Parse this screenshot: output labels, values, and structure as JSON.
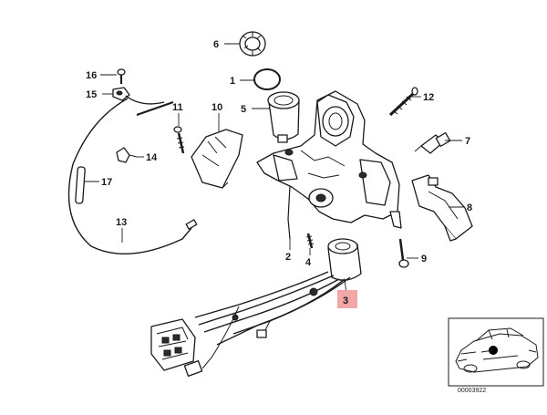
{
  "diagram": {
    "callouts": {
      "p1": "1",
      "p2": "2",
      "p3": "3",
      "p4": "4",
      "p5": "5",
      "p6": "6",
      "p7": "7",
      "p8": "8",
      "p9": "9",
      "p10": "10",
      "p11": "11",
      "p12": "12",
      "p13": "13",
      "p14": "14",
      "p15": "15",
      "p16": "16",
      "p17": "17"
    },
    "highlighted_part": "3",
    "highlight_color": "#f2a6a6",
    "reference_code": "00003922"
  }
}
